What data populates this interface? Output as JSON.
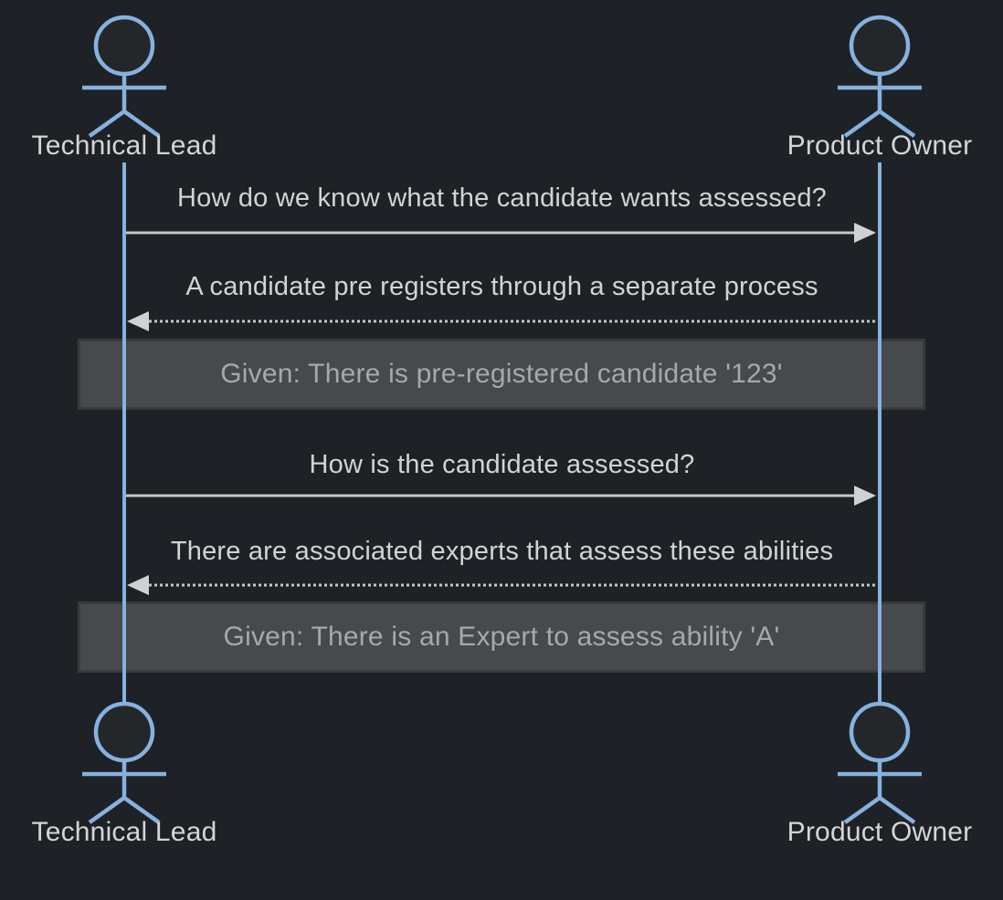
{
  "diagram_type": "sequence-diagram",
  "actors": [
    {
      "label": "Technical Lead"
    },
    {
      "label": "Product Owner"
    }
  ],
  "messages": [
    {
      "text": "How do we know what the candidate wants assessed?",
      "from": "Technical Lead",
      "to": "Product Owner",
      "line_style": "solid",
      "direction": "right"
    },
    {
      "text": "A candidate pre registers through a separate process",
      "from": "Product Owner",
      "to": "Technical Lead",
      "line_style": "dotted",
      "direction": "left"
    },
    {
      "text": "How is the candidate assessed?",
      "from": "Technical Lead",
      "to": "Product Owner",
      "line_style": "solid",
      "direction": "right"
    },
    {
      "text": "There are associated experts that assess these abilities",
      "from": "Product Owner",
      "to": "Technical Lead",
      "line_style": "dotted",
      "direction": "left"
    }
  ],
  "notes": [
    {
      "text": "Given: There is pre-registered candidate '123'",
      "span": "across both lifelines"
    },
    {
      "text": "Given: There is an Expert to assess ability 'A'",
      "span": "across both lifelines"
    }
  ],
  "colors": {
    "background": "#1e2126",
    "actor_stroke": "#85b2de",
    "actor_head_fill": "#23272a",
    "lifeline": "#85b2de",
    "signal_line": "#c5c7c9",
    "message_text": "#d2d3d5",
    "actor_label_text": "#d4d5d6",
    "note_background": "#47494b",
    "note_border": "#383b3d",
    "note_text": "#a6a8aa"
  }
}
